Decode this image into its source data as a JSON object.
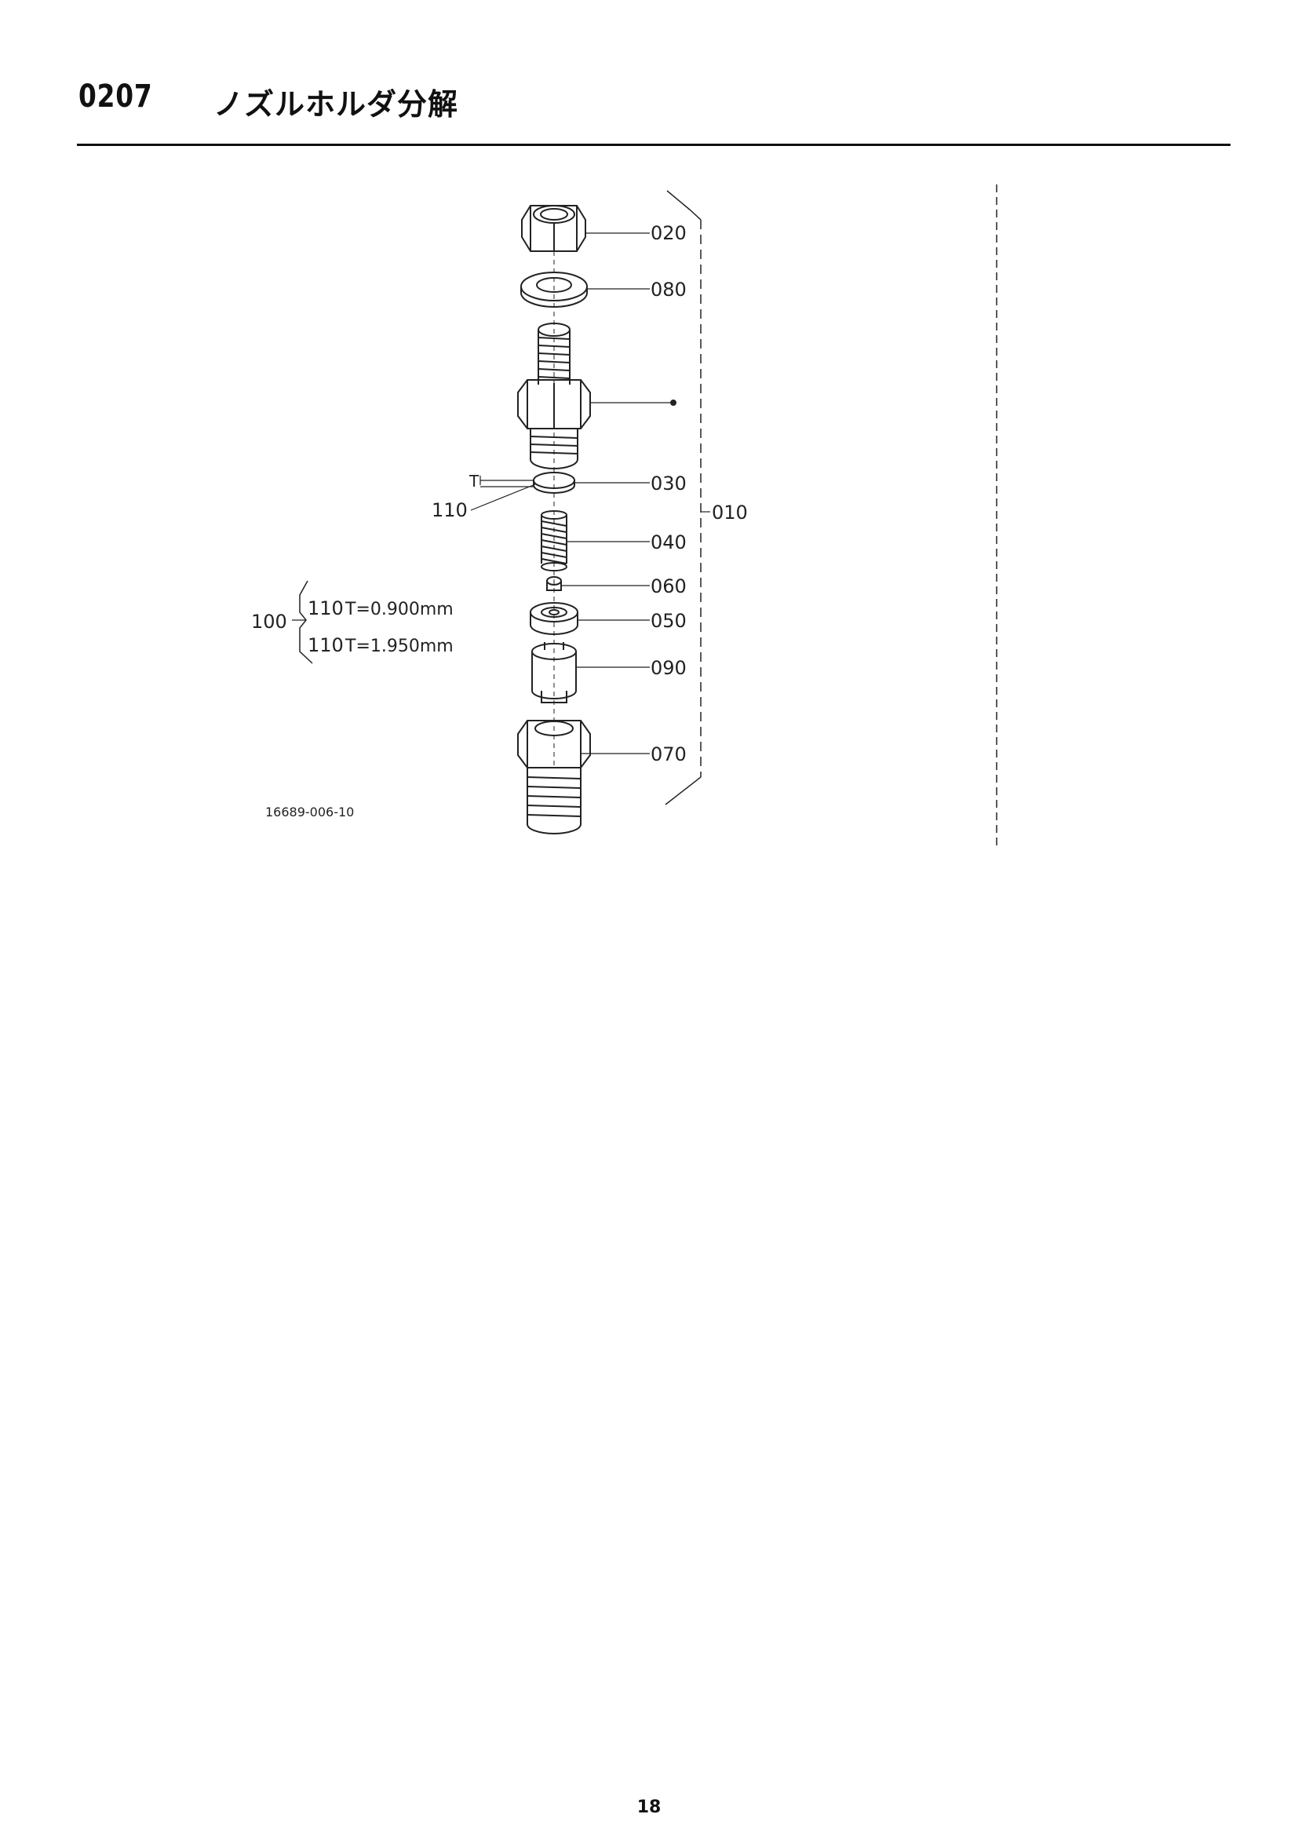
{
  "header": {
    "section_number": "0207",
    "section_title": "ノズルホルダ分解"
  },
  "diagram": {
    "part_labels": {
      "p020": "020",
      "p080": "080",
      "p030": "030",
      "p010": "010",
      "p040": "040",
      "p060": "060",
      "p050": "050",
      "p090": "090",
      "p070": "070",
      "p110": "110",
      "t_marker": "T"
    },
    "kit": {
      "number": "100",
      "option1_part": "110",
      "option1_spec": "T=0.900mm",
      "option2_part": "110",
      "option2_spec": "T=1.950mm"
    },
    "drawing_code": "16689-006-10"
  },
  "footer": {
    "page_number": "18"
  }
}
